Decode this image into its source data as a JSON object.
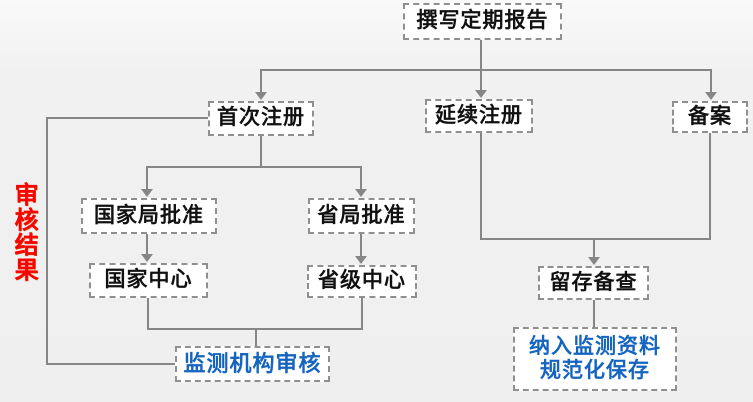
{
  "diagram": {
    "title_node": "撰写定期报告",
    "side_label": "审核结果",
    "nodes": {
      "write_report": {
        "label": "撰写定期报告"
      },
      "first_registration": {
        "label": "首次注册"
      },
      "renewal_registration": {
        "label": "延续注册"
      },
      "filing": {
        "label": "备案"
      },
      "national_bureau_approval": {
        "label": "国家局批准"
      },
      "provincial_bureau_approval": {
        "label": "省局批准"
      },
      "national_center": {
        "label": "国家中心"
      },
      "provincial_center": {
        "label": "省级中心"
      },
      "retain_for_reference": {
        "label": "留存备查"
      },
      "monitoring_agency_review": {
        "label": "监测机构审核"
      },
      "standardized_archive": {
        "label": "纳入监测资料\n规范化保存"
      }
    },
    "edges": [
      "撰写定期报告 -> 首次注册",
      "撰写定期报告 -> 延续注册",
      "撰写定期报告 -> 备案",
      "首次注册 -> 国家局批准",
      "首次注册 -> 省局批准",
      "国家局批准 -> 国家中心",
      "省局批准 -> 省级中心",
      "国家中心 -> 监测机构审核",
      "省级中心 -> 监测机构审核",
      "监测机构审核 -> 首次注册 (审核结果反馈)",
      "延续注册 -> 留存备查",
      "备案 -> 留存备查",
      "留存备查 -> 纳入监测资料规范化保存"
    ],
    "colors": {
      "accent_blue": "#1565c0",
      "accent_red": "#ff0000",
      "line_gray": "#868686",
      "border_gray": "#8f8f8f",
      "box_fill": "#ffffff",
      "background": "#f0f0f0",
      "text_black": "#111111"
    }
  }
}
